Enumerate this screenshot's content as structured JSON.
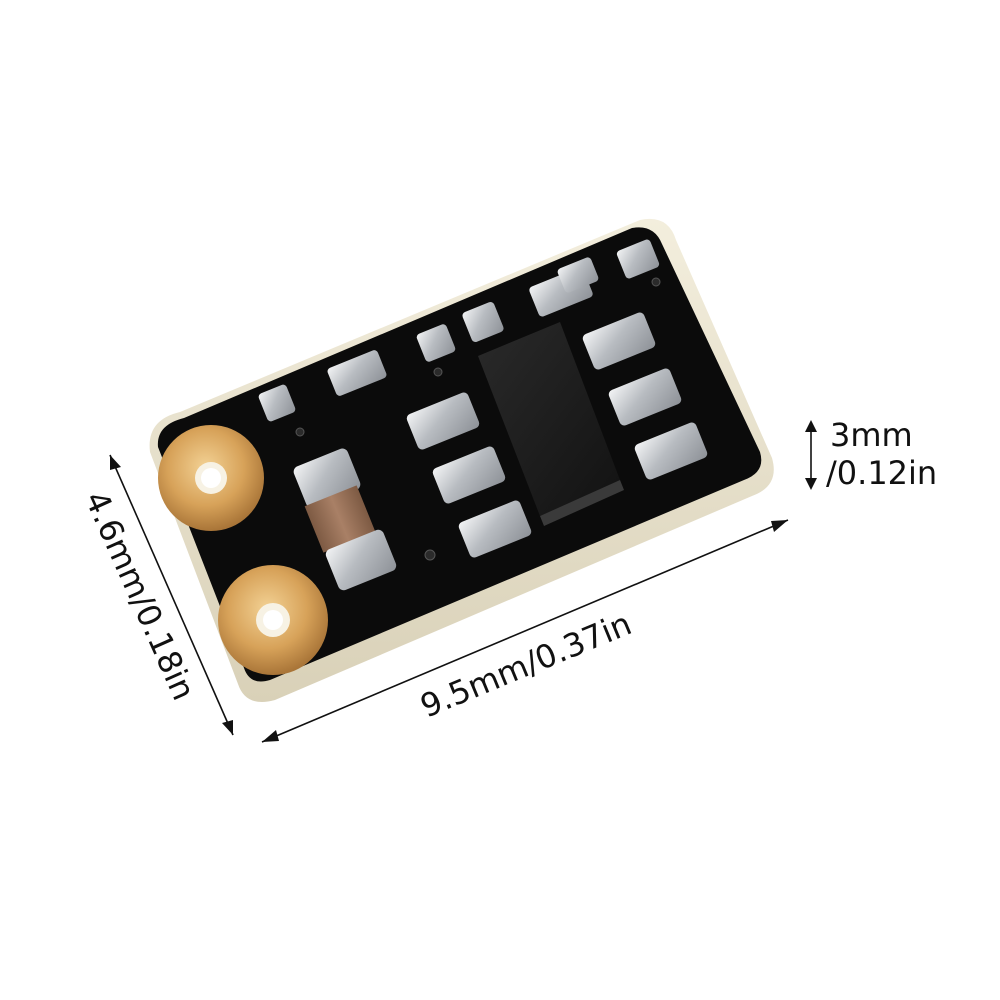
{
  "dimensions": {
    "width_label": "9.5mm/0.37in",
    "height_label": "4.6mm/0.18in",
    "thickness_label_line1": "3mm",
    "thickness_label_line2": "/0.12in"
  },
  "colors": {
    "board": "#0b0b0b",
    "board_edge": "#e9e3cf",
    "gold_pad": "#d8a45a",
    "tin_pad": "#c9ccd0",
    "chip": "#1c1c1c",
    "capacitor_body": "#9c7458",
    "text": "#111111"
  }
}
